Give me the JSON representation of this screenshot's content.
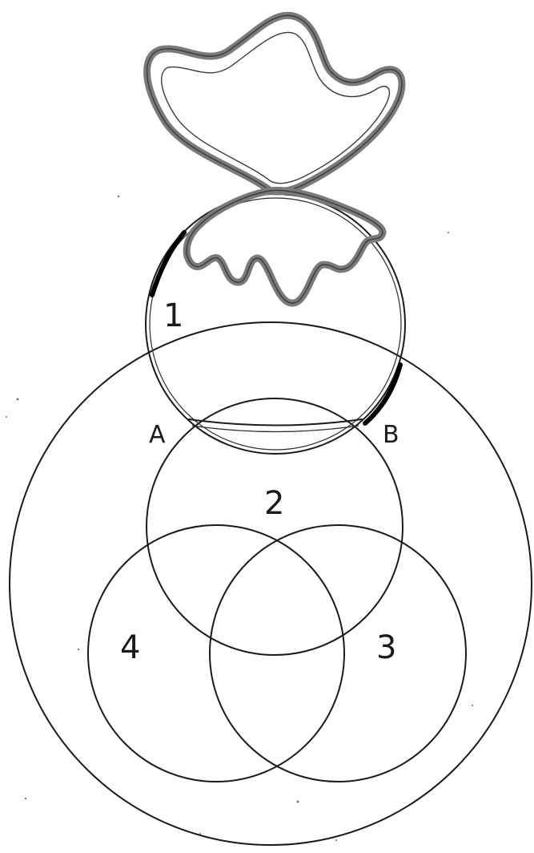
{
  "labels": {
    "one": "1",
    "two": "2",
    "three": "3",
    "four": "4",
    "point_a": "A",
    "point_b": "B"
  },
  "colors": {
    "ink": "#1a1a1a",
    "paper": "#ffffff",
    "shading": "#7a7a7a"
  }
}
